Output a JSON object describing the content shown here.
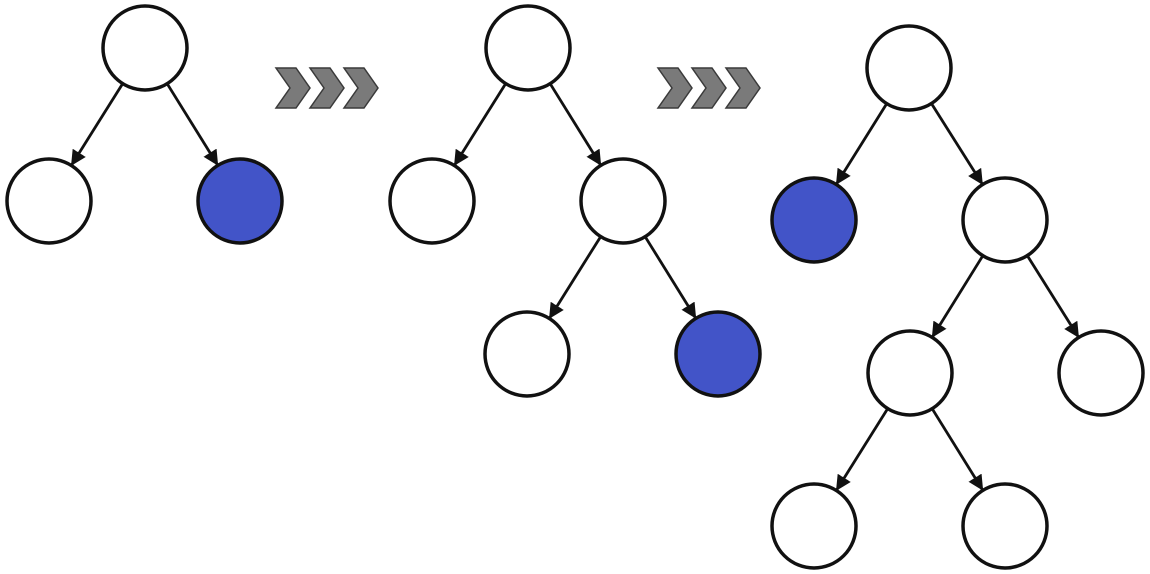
{
  "colors": {
    "highlight": "#4254c8",
    "plain": "#ffffff",
    "stroke": "#111111",
    "arrow_fill": "#7a7a7a"
  },
  "icons": {
    "step_arrow": "triple-chevron-right-icon"
  },
  "trees": [
    {
      "name": "tree-1",
      "nodes": [
        {
          "id": "root",
          "highlighted": false
        },
        {
          "id": "left",
          "highlighted": false
        },
        {
          "id": "right",
          "highlighted": true
        }
      ],
      "edges": [
        [
          "root",
          "left"
        ],
        [
          "root",
          "right"
        ]
      ]
    },
    {
      "name": "tree-2",
      "nodes": [
        {
          "id": "root",
          "highlighted": false
        },
        {
          "id": "left",
          "highlighted": false
        },
        {
          "id": "right",
          "highlighted": false
        },
        {
          "id": "right-left",
          "highlighted": false
        },
        {
          "id": "right-right",
          "highlighted": true
        }
      ],
      "edges": [
        [
          "root",
          "left"
        ],
        [
          "root",
          "right"
        ],
        [
          "right",
          "right-left"
        ],
        [
          "right",
          "right-right"
        ]
      ]
    },
    {
      "name": "tree-3",
      "nodes": [
        {
          "id": "root",
          "highlighted": false
        },
        {
          "id": "left",
          "highlighted": true
        },
        {
          "id": "right",
          "highlighted": false
        },
        {
          "id": "right-left",
          "highlighted": false
        },
        {
          "id": "right-right",
          "highlighted": false
        },
        {
          "id": "right-left-left",
          "highlighted": false
        },
        {
          "id": "right-left-right",
          "highlighted": false
        }
      ],
      "edges": [
        [
          "root",
          "left"
        ],
        [
          "root",
          "right"
        ],
        [
          "right",
          "right-left"
        ],
        [
          "right",
          "right-right"
        ],
        [
          "right-left",
          "right-left-left"
        ],
        [
          "right-left",
          "right-left-right"
        ]
      ]
    }
  ]
}
